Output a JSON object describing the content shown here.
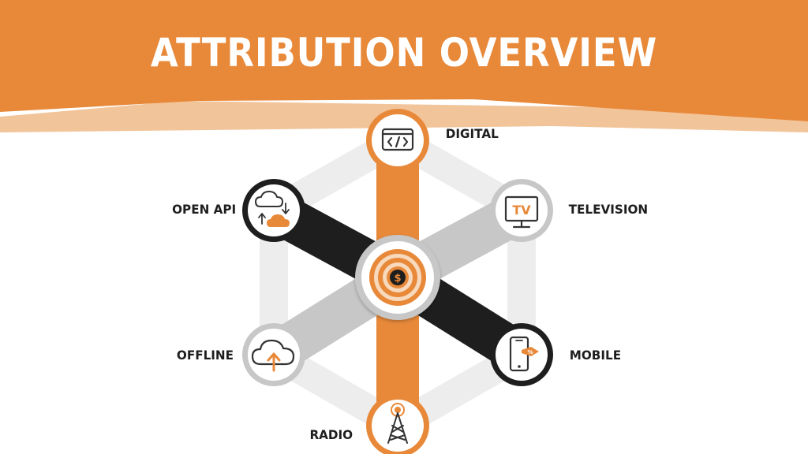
{
  "header": {
    "title": "ATTRIBUTION OVERVIEW"
  },
  "colors": {
    "banner": "#E8893A",
    "banner_light": "#F2C49A",
    "accent_orange": "#E8893A",
    "dark": "#1E1E1E",
    "gray": "#C7C7C7",
    "light_gray": "#EDEDED"
  },
  "diagram": {
    "center_icon": "dollar-target-icon",
    "channels": [
      {
        "label": "DIGITAL",
        "icon": "code-monitor-icon",
        "color": "orange"
      },
      {
        "label": "TELEVISION",
        "icon": "tv-icon",
        "color": "gray",
        "icon_text": "TV"
      },
      {
        "label": "MOBILE",
        "icon": "smartphone-tag-icon",
        "color": "black"
      },
      {
        "label": "RADIO",
        "icon": "radio-tower-icon",
        "color": "orange"
      },
      {
        "label": "OFFLINE",
        "icon": "cloud-upload-icon",
        "color": "gray"
      },
      {
        "label": "OPEN API",
        "icon": "cloud-sync-icon",
        "color": "black"
      }
    ]
  }
}
